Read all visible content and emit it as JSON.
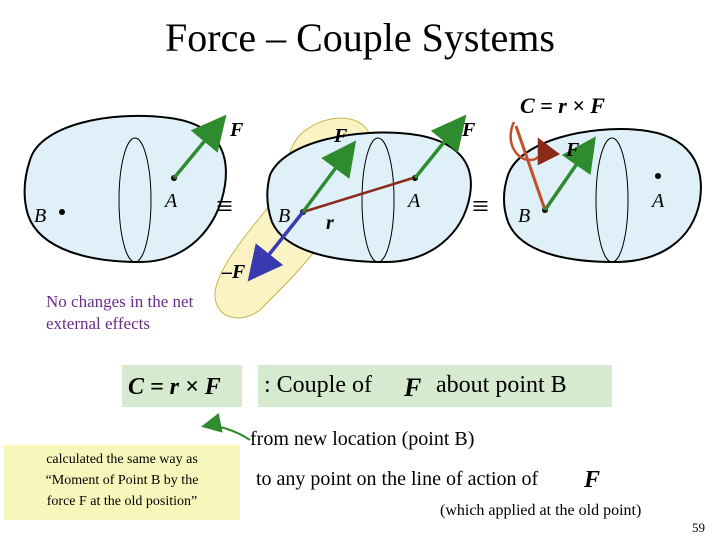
{
  "title": "Force – Couple Systems",
  "diagram": {
    "label_A1": "A",
    "label_B1": "B",
    "label_A2": "A",
    "label_B2": "B",
    "label_A3": "A",
    "label_B3": "B",
    "equiv_symbol": "≡",
    "vec_F": "F",
    "vec_r": "r",
    "vec_negF": "–F",
    "cross_formula_top": "C = r × F"
  },
  "note": {
    "line1": "No changes in the net",
    "line2": "external effects"
  },
  "equation": "C = r × F",
  "couple": {
    "prefix": ": Couple of",
    "vec": "F",
    "suffix": "about point B"
  },
  "calc": {
    "line1": "calculated the same way as",
    "line2": "“Moment of Point B by the",
    "line3": "force F at the old position”"
  },
  "from_text": "from new location (point B)",
  "to_text": "to any point on the line of action of",
  "to_vec": "F",
  "paren_text": "(which applied at the old point)",
  "page_number": "59",
  "colors": {
    "body_fill": "#dff0f8",
    "force_arrow": "#2e8b2e",
    "neg_force_arrow": "#3a3ab0",
    "r_vector": "#8b2a1a",
    "highlight": "#fbf3c3",
    "box_green": "#d6ead0",
    "box_yellow": "#f7f7bb",
    "note_purple": "#6a2c8a"
  }
}
